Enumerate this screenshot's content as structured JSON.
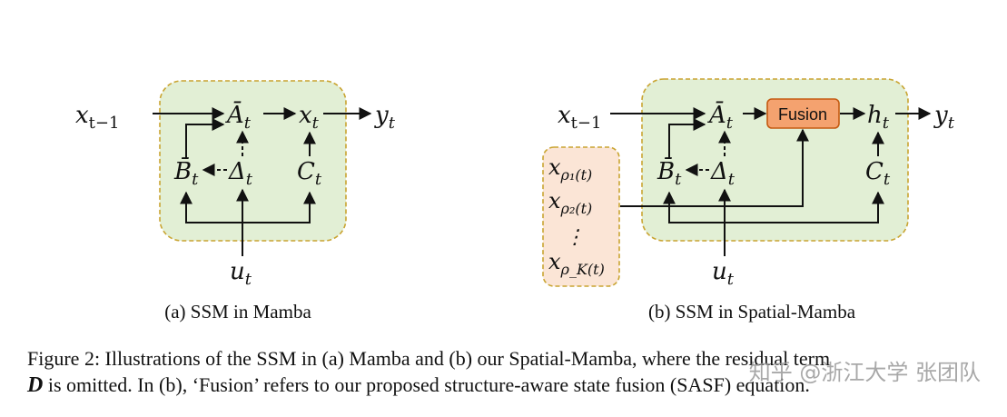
{
  "panel_a": {
    "x_prev": "x",
    "x_prev_sub": "t−1",
    "a_bar": "Ā",
    "a_bar_sub": "t",
    "x_t": "x",
    "x_t_sub": "t",
    "y_t": "y",
    "y_t_sub": "t",
    "b_bar": "B̄",
    "b_bar_sub": "t",
    "delta": "Δ",
    "delta_sub": "t",
    "c_t": "C",
    "c_t_sub": "t",
    "u_t": "u",
    "u_t_sub": "t",
    "caption": "(a) SSM in Mamba"
  },
  "panel_b": {
    "x_prev": "x",
    "x_prev_sub": "t−1",
    "a_bar": "Ā",
    "a_bar_sub": "t",
    "fusion_label": "Fusion",
    "h_t": "h",
    "h_t_sub": "t",
    "y_t": "y",
    "y_t_sub": "t",
    "b_bar": "B̄",
    "b_bar_sub": "t",
    "delta": "Δ",
    "delta_sub": "t",
    "c_t": "C",
    "c_t_sub": "t",
    "u_t": "u",
    "u_t_sub": "t",
    "neighbor_1": "x",
    "neighbor_1_sub": "ρ₁(t)",
    "neighbor_2": "x",
    "neighbor_2_sub": "ρ₂(t)",
    "neighbor_dots": "⋮",
    "neighbor_k": "x",
    "neighbor_k_sub": "ρ_K(t)",
    "caption": "(b) SSM in Spatial-Mamba"
  },
  "caption": {
    "line1": "Figure 2: Illustrations of the SSM in (a) Mamba and (b) our Spatial-Mamba, where the residual term",
    "line2_bold": "D",
    "line2_rest": " is omitted. In (b), ‘Fusion’ refers to our proposed structure-aware state fusion (SASF) equation."
  },
  "watermark": "知乎 @浙江大学 张团队",
  "colors": {
    "green_fill": "#e2efd5",
    "green_border": "#c9a431",
    "peach_fill": "#fbe5d6",
    "peach_border": "#c9a431",
    "fusion_fill": "#f4a26f",
    "fusion_border": "#c55a11"
  }
}
